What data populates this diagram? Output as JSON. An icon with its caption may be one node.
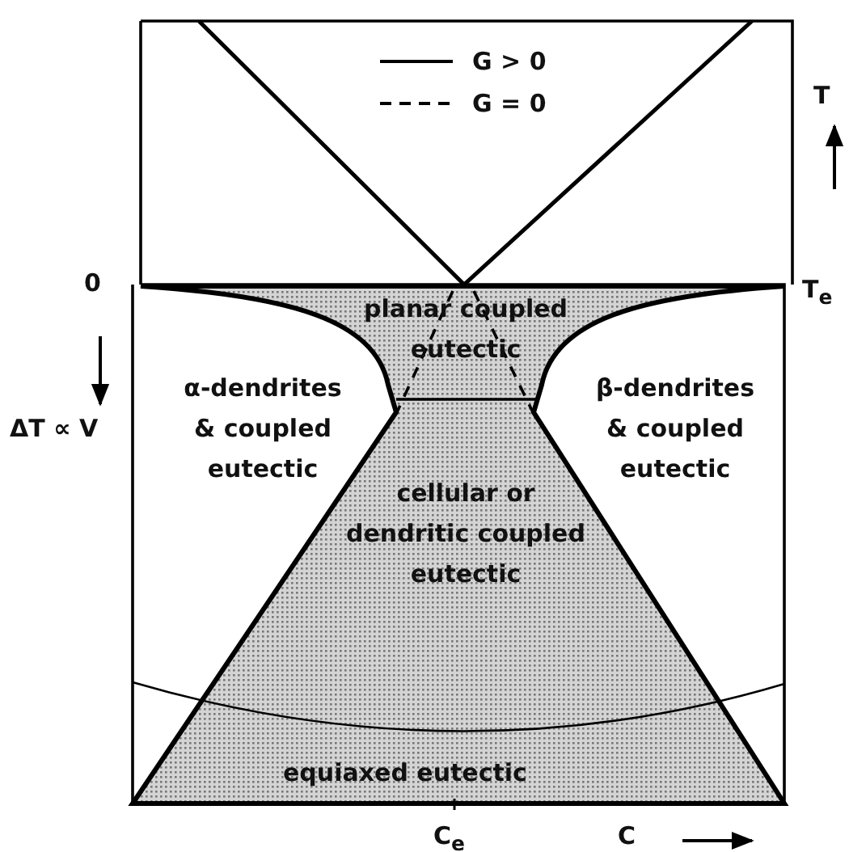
{
  "diagram": {
    "labels": [
      "0",
      "T",
      "T$_{e}$",
      "planar coupled eutectic",
      "α-dendrites & coupled eutectic",
      "β-dendrites & coupled eutectic",
      "ΔT ∝ V",
      "cellular or dendritic coupled eutectic",
      "equiaxed eutectic",
      "C$_{e}$",
      "C"
    ],
    "legend": [
      {
        "text": "G > 0"
      },
      {
        "text": "G = 0"
      }
    ]
  }
}
